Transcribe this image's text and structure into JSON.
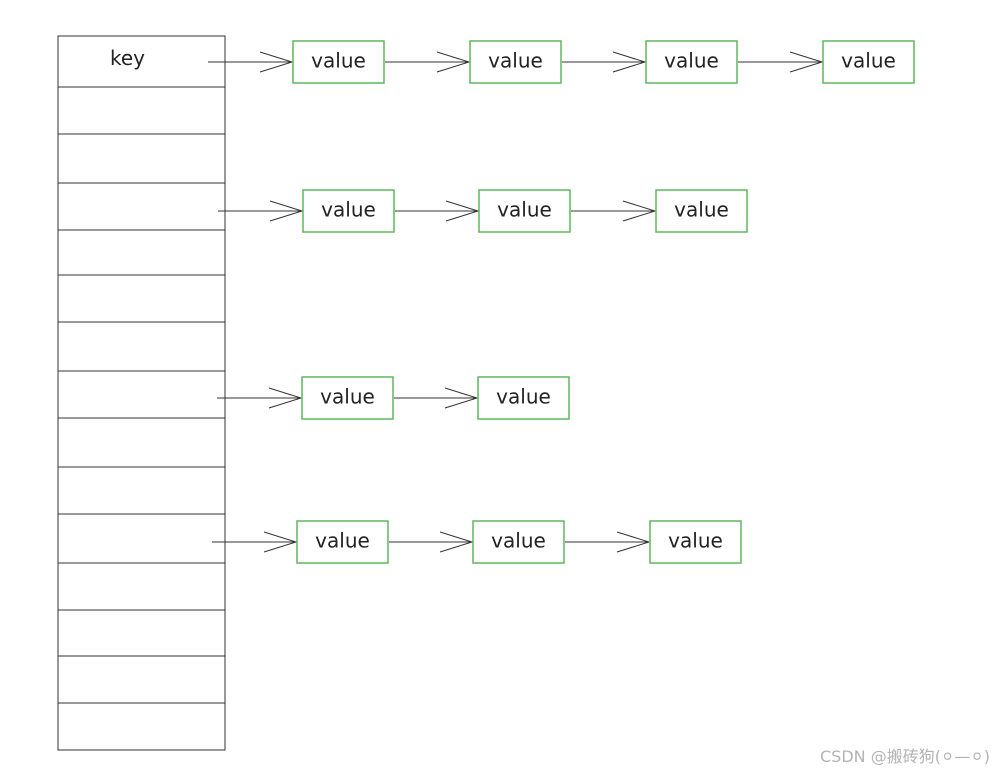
{
  "table": {
    "cells": [
      "key",
      "",
      "",
      "",
      "",
      "",
      "",
      "",
      "",
      "",
      "",
      "",
      "",
      "",
      ""
    ]
  },
  "chains": [
    {
      "from_cell": 0,
      "values": [
        "value",
        "value",
        "value",
        "value"
      ]
    },
    {
      "from_cell": 3,
      "values": [
        "value",
        "value",
        "value"
      ]
    },
    {
      "from_cell": 7,
      "values": [
        "value",
        "value"
      ]
    },
    {
      "from_cell": 10,
      "values": [
        "value",
        "value",
        "value"
      ]
    }
  ],
  "colors": {
    "table_border": "#333333",
    "node_border": "#5cb85c",
    "arrow": "#333333"
  },
  "watermark": "CSDN @搬砖狗(⚪—⚪)"
}
